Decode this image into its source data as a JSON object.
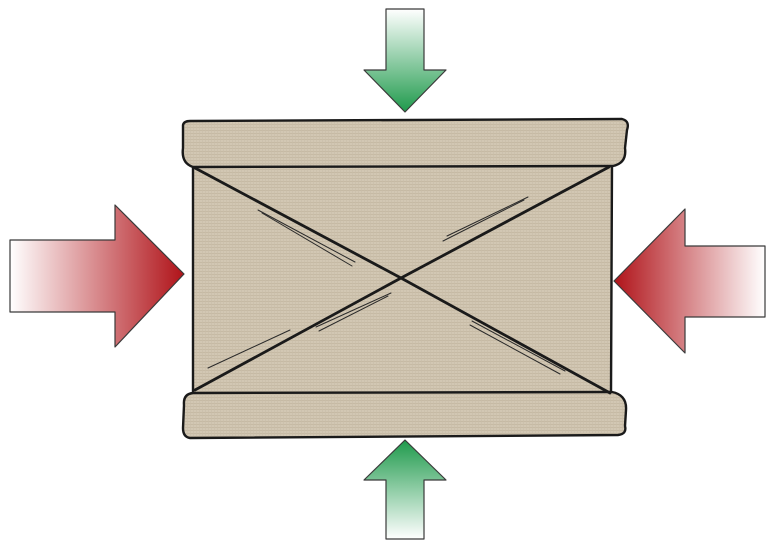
{
  "diagram": {
    "subject": "fabric-panel-under-compression",
    "colors": {
      "fabric_fill": "#d2c7b3",
      "fabric_texture": "#c2b69f",
      "fabric_outline": "#1a1a1a",
      "vertical_arrow_dark": "#1f9a4c",
      "vertical_arrow_light": "#ffffff",
      "horizontal_arrow_dark": "#b01319",
      "horizontal_arrow_light": "#ffffff",
      "arrow_outline": "#3a3a3a"
    },
    "arrows": [
      {
        "id": "arrow-top",
        "direction": "down",
        "color_role": "green"
      },
      {
        "id": "arrow-bottom",
        "direction": "up",
        "color_role": "green"
      },
      {
        "id": "arrow-left",
        "direction": "right",
        "color_role": "red"
      },
      {
        "id": "arrow-right",
        "direction": "left",
        "color_role": "red"
      }
    ]
  }
}
